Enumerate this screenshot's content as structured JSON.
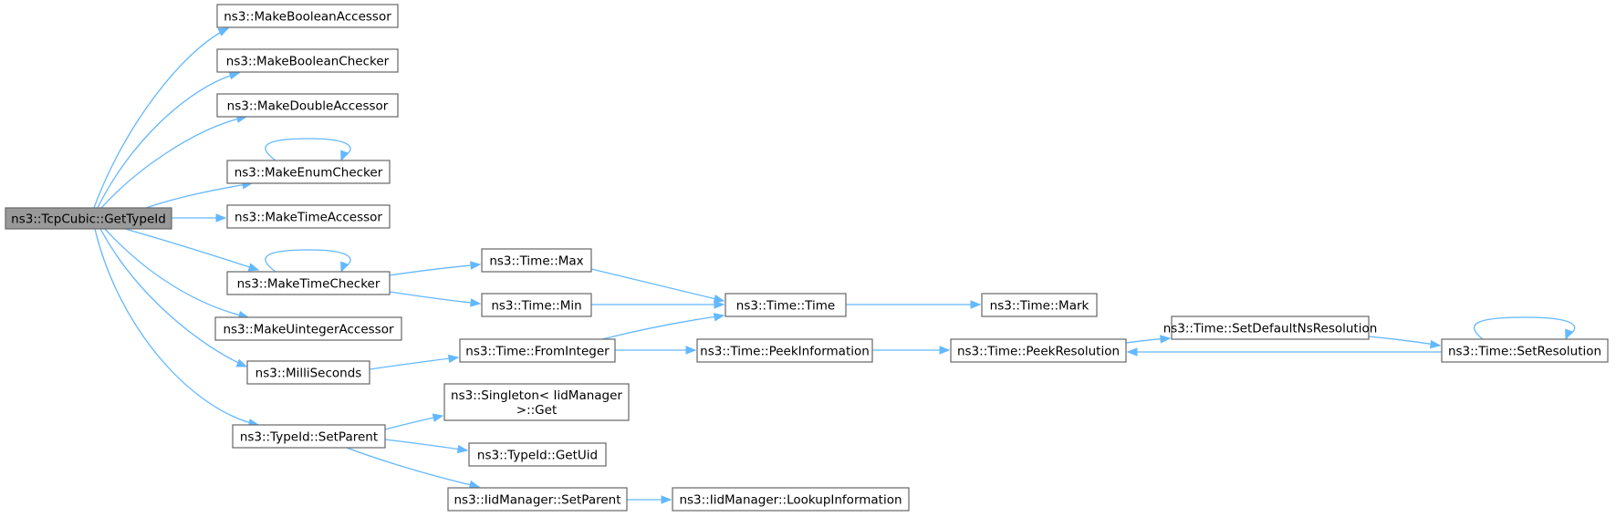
{
  "diagram": {
    "type": "call-graph",
    "colors": {
      "edge": "#63b8ff",
      "node_border": "#666666",
      "node_fill": "#ffffff",
      "root_fill": "#999999",
      "text": "#000000"
    },
    "nodes": [
      {
        "id": "tcpcubic_gettypeid",
        "label": [
          "ns3::TcpCubic::GetTypeId"
        ],
        "root": true
      },
      {
        "id": "makebooleanaccessor",
        "label": [
          "ns3::MakeBooleanAccessor"
        ]
      },
      {
        "id": "makebooleanchecker",
        "label": [
          "ns3::MakeBooleanChecker"
        ]
      },
      {
        "id": "makedoubleaccessor",
        "label": [
          "ns3::MakeDoubleAccessor"
        ]
      },
      {
        "id": "makeenumchecker",
        "label": [
          "ns3::MakeEnumChecker"
        ]
      },
      {
        "id": "maketimeaccessor",
        "label": [
          "ns3::MakeTimeAccessor"
        ]
      },
      {
        "id": "maketimechecker",
        "label": [
          "ns3::MakeTimeChecker"
        ]
      },
      {
        "id": "makeuintegeraccessor",
        "label": [
          "ns3::MakeUintegerAccessor"
        ]
      },
      {
        "id": "milliseconds",
        "label": [
          "ns3::MilliSeconds"
        ]
      },
      {
        "id": "typeid_setparent",
        "label": [
          "ns3::TypeId::SetParent"
        ]
      },
      {
        "id": "time_max",
        "label": [
          "ns3::Time::Max"
        ]
      },
      {
        "id": "time_min",
        "label": [
          "ns3::Time::Min"
        ]
      },
      {
        "id": "time_time",
        "label": [
          "ns3::Time::Time"
        ]
      },
      {
        "id": "time_mark",
        "label": [
          "ns3::Time::Mark"
        ]
      },
      {
        "id": "time_frominteger",
        "label": [
          "ns3::Time::FromInteger"
        ]
      },
      {
        "id": "time_peekinformation",
        "label": [
          "ns3::Time::PeekInformation"
        ]
      },
      {
        "id": "time_peekresolution",
        "label": [
          "ns3::Time::PeekResolution"
        ]
      },
      {
        "id": "time_setdefaultnsresolution",
        "label": [
          "ns3::Time::SetDefaultNsResolution"
        ]
      },
      {
        "id": "time_setresolution",
        "label": [
          "ns3::Time::SetResolution"
        ]
      },
      {
        "id": "singleton_get",
        "label": [
          "ns3::Singleton< IidManager",
          ">::Get"
        ]
      },
      {
        "id": "typeid_getuid",
        "label": [
          "ns3::TypeId::GetUid"
        ]
      },
      {
        "id": "iidmanager_setparent",
        "label": [
          "ns3::IidManager::SetParent"
        ]
      },
      {
        "id": "iidmanager_lookupinformation",
        "label": [
          "ns3::IidManager::LookupInformation"
        ]
      }
    ],
    "edges": [
      {
        "from": "tcpcubic_gettypeid",
        "to": "makebooleanaccessor"
      },
      {
        "from": "tcpcubic_gettypeid",
        "to": "makebooleanchecker"
      },
      {
        "from": "tcpcubic_gettypeid",
        "to": "makedoubleaccessor"
      },
      {
        "from": "tcpcubic_gettypeid",
        "to": "makeenumchecker"
      },
      {
        "from": "tcpcubic_gettypeid",
        "to": "maketimeaccessor"
      },
      {
        "from": "tcpcubic_gettypeid",
        "to": "maketimechecker"
      },
      {
        "from": "tcpcubic_gettypeid",
        "to": "makeuintegeraccessor"
      },
      {
        "from": "tcpcubic_gettypeid",
        "to": "milliseconds"
      },
      {
        "from": "tcpcubic_gettypeid",
        "to": "typeid_setparent"
      },
      {
        "from": "makeenumchecker",
        "to": "makeenumchecker"
      },
      {
        "from": "maketimechecker",
        "to": "maketimechecker"
      },
      {
        "from": "maketimechecker",
        "to": "time_max"
      },
      {
        "from": "maketimechecker",
        "to": "time_min"
      },
      {
        "from": "time_max",
        "to": "time_time"
      },
      {
        "from": "time_min",
        "to": "time_time"
      },
      {
        "from": "time_time",
        "to": "time_mark"
      },
      {
        "from": "milliseconds",
        "to": "time_frominteger"
      },
      {
        "from": "time_frominteger",
        "to": "time_time"
      },
      {
        "from": "time_frominteger",
        "to": "time_peekinformation"
      },
      {
        "from": "time_peekinformation",
        "to": "time_peekresolution"
      },
      {
        "from": "time_peekresolution",
        "to": "time_setdefaultnsresolution"
      },
      {
        "from": "time_setdefaultnsresolution",
        "to": "time_setresolution"
      },
      {
        "from": "time_setresolution",
        "to": "time_peekresolution"
      },
      {
        "from": "time_setresolution",
        "to": "time_setresolution"
      },
      {
        "from": "typeid_setparent",
        "to": "singleton_get"
      },
      {
        "from": "typeid_setparent",
        "to": "typeid_getuid"
      },
      {
        "from": "typeid_setparent",
        "to": "iidmanager_setparent"
      },
      {
        "from": "iidmanager_setparent",
        "to": "iidmanager_lookupinformation"
      }
    ]
  }
}
